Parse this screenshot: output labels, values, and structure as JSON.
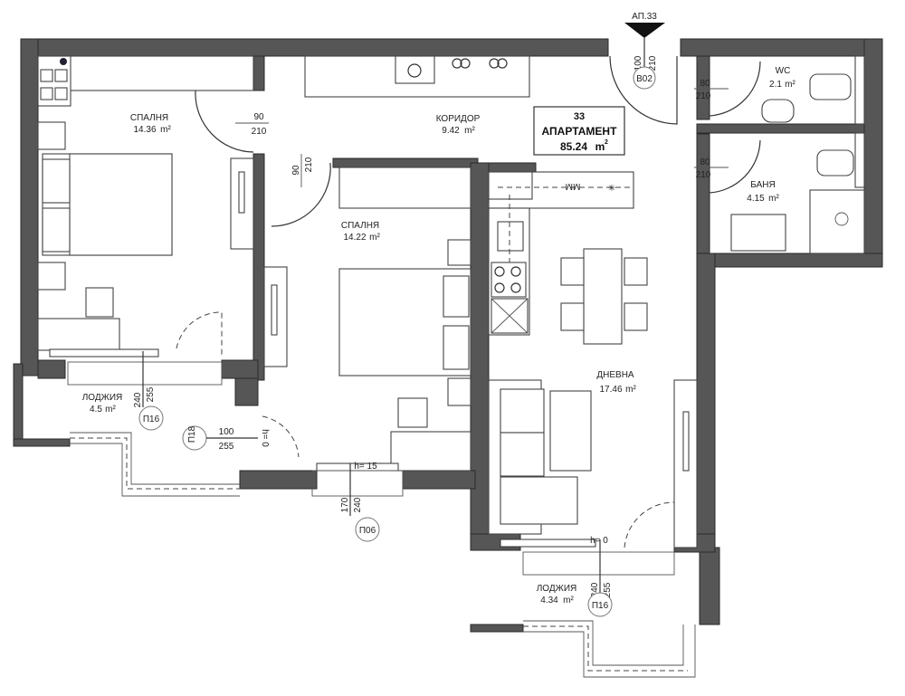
{
  "apartment": {
    "number": "33",
    "label": "АПАРТАМЕНТ",
    "area": "85.24",
    "unit": "m",
    "unit_sup": "2"
  },
  "entrance": {
    "label": "АП.33",
    "width": "100",
    "height": "210",
    "door_tag": "B02"
  },
  "rooms": [
    {
      "name": "СПАЛНЯ",
      "area": "14.36"
    },
    {
      "name": "КОРИДОР",
      "area": "9.42"
    },
    {
      "name": "СПАЛНЯ",
      "area": "14.22"
    },
    {
      "name": "WC",
      "area": "2.1"
    },
    {
      "name": "БАНЯ",
      "area": "4.15"
    },
    {
      "name": "ДНЕВНА",
      "area": "17.46"
    },
    {
      "name": "ЛОДЖИЯ",
      "area": "4.5"
    },
    {
      "name": "ЛОДЖИЯ",
      "area": "4.34"
    }
  ],
  "doors": [
    {
      "width": "90",
      "height": "210"
    },
    {
      "width": "90",
      "height": "210"
    },
    {
      "width": "80",
      "height": "210"
    },
    {
      "width": "80",
      "height": "210"
    }
  ],
  "openings": [
    {
      "tag": "П16",
      "width": "240",
      "height": "255"
    },
    {
      "tag": "П18",
      "width": "100",
      "height": "255",
      "sill": "h= 0"
    },
    {
      "tag": "П06",
      "width": "170",
      "height": "240",
      "sill": "h= 15"
    },
    {
      "tag": "П16",
      "width": "240",
      "height": "255",
      "sill": "h= 0"
    }
  ],
  "kitchen": {
    "appliance_label": "MM"
  },
  "colors": {
    "wall": "#565656",
    "line": "#333333",
    "background": "#ffffff"
  }
}
